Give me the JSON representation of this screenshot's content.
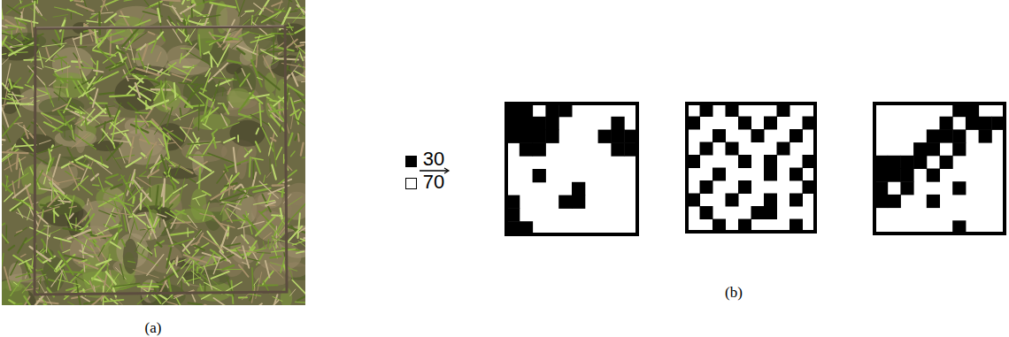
{
  "diagram": {
    "labels": [
      "(a)",
      "(b)"
    ],
    "legend": [
      {
        "text": "30",
        "color": "#000000"
      },
      {
        "text": "70",
        "color": "#ffffff"
      }
    ]
  }
}
